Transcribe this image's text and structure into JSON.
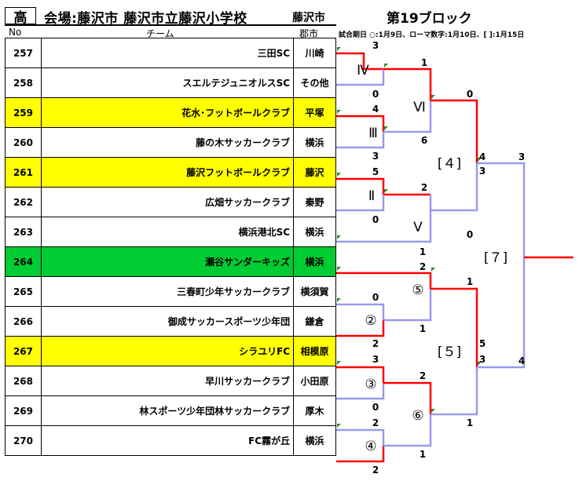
{
  "header": {
    "level": "高",
    "venue": "会場:藤沢市 藤沢市立藤沢小学校",
    "city": "藤沢市",
    "block": "第19ブロック"
  },
  "columns": {
    "no": "No",
    "team": "チーム",
    "city": "郡市"
  },
  "legend": "試合期日 ○:1月9日、ローマ数字:1月10日、[ ]:1月15日",
  "teams": [
    {
      "no": "257",
      "name": "三田SC",
      "city": "川崎",
      "bg": "#ffffff"
    },
    {
      "no": "258",
      "name": "スエルテジュニオルスSC",
      "city": "その他",
      "bg": "#ffffff"
    },
    {
      "no": "259",
      "name": "花水･フットボールクラブ",
      "city": "平塚",
      "bg": "#ffff00"
    },
    {
      "no": "260",
      "name": "藤の木サッカークラブ",
      "city": "横浜",
      "bg": "#ffffff"
    },
    {
      "no": "261",
      "name": "藤沢フットボールクラブ",
      "city": "藤沢",
      "bg": "#ffff00"
    },
    {
      "no": "262",
      "name": "広畑サッカークラブ",
      "city": "秦野",
      "bg": "#ffffff"
    },
    {
      "no": "263",
      "name": "横浜港北SC",
      "city": "横浜",
      "bg": "#ffffff"
    },
    {
      "no": "264",
      "name": "瀬谷サンダーキッズ",
      "city": "横浜",
      "bg": "#00cc33"
    },
    {
      "no": "265",
      "name": "三春町少年サッカークラブ",
      "city": "横須賀",
      "bg": "#ffffff"
    },
    {
      "no": "266",
      "name": "御成サッカースポーツ少年団",
      "city": "鎌倉",
      "bg": "#ffffff"
    },
    {
      "no": "267",
      "name": "シラユリFC",
      "city": "相模原",
      "bg": "#ffff00"
    },
    {
      "no": "268",
      "name": "早川サッカークラブ",
      "city": "小田原",
      "bg": "#ffffff"
    },
    {
      "no": "269",
      "name": "林スポーツ少年団林サッカークラブ",
      "city": "厚木",
      "bg": "#ffffff"
    },
    {
      "no": "270",
      "name": "FC霧が丘",
      "city": "横浜",
      "bg": "#ffffff"
    }
  ],
  "bracket": {
    "win_color": "#ff0000",
    "lose_color": "#9999ee",
    "labels": {
      "m1": "Ⅳ",
      "m2": "Ⅲ",
      "m3": "Ⅱ",
      "m4": "Ⅴ",
      "m5": "Ⅵ",
      "m6": "[４]",
      "m7": "⑤",
      "m8": "②",
      "m9": "③",
      "m10": "④",
      "m11": "⑥",
      "m12": "[５]",
      "m13": "[７]"
    },
    "scores": {
      "s257": "3",
      "s258": "0",
      "s259": "4",
      "s260": "3",
      "s261": "5",
      "s262": "0",
      "s263": "1",
      "s264": "2",
      "s265": "0",
      "s266": "2",
      "s267": "3",
      "s268": "0",
      "s269": "2",
      "s270": "2",
      "m1w": "1",
      "m2w": "6",
      "m3w": "2",
      "m4w": "0",
      "m8w": "1",
      "m7w": "1",
      "m9w": "2",
      "m10w": "1",
      "m5a": "0",
      "m6a": "4",
      "m6b": "3",
      "m11w": "1",
      "m12a": "5",
      "m12b": "3",
      "m13a": "3",
      "m13b": "4"
    }
  }
}
